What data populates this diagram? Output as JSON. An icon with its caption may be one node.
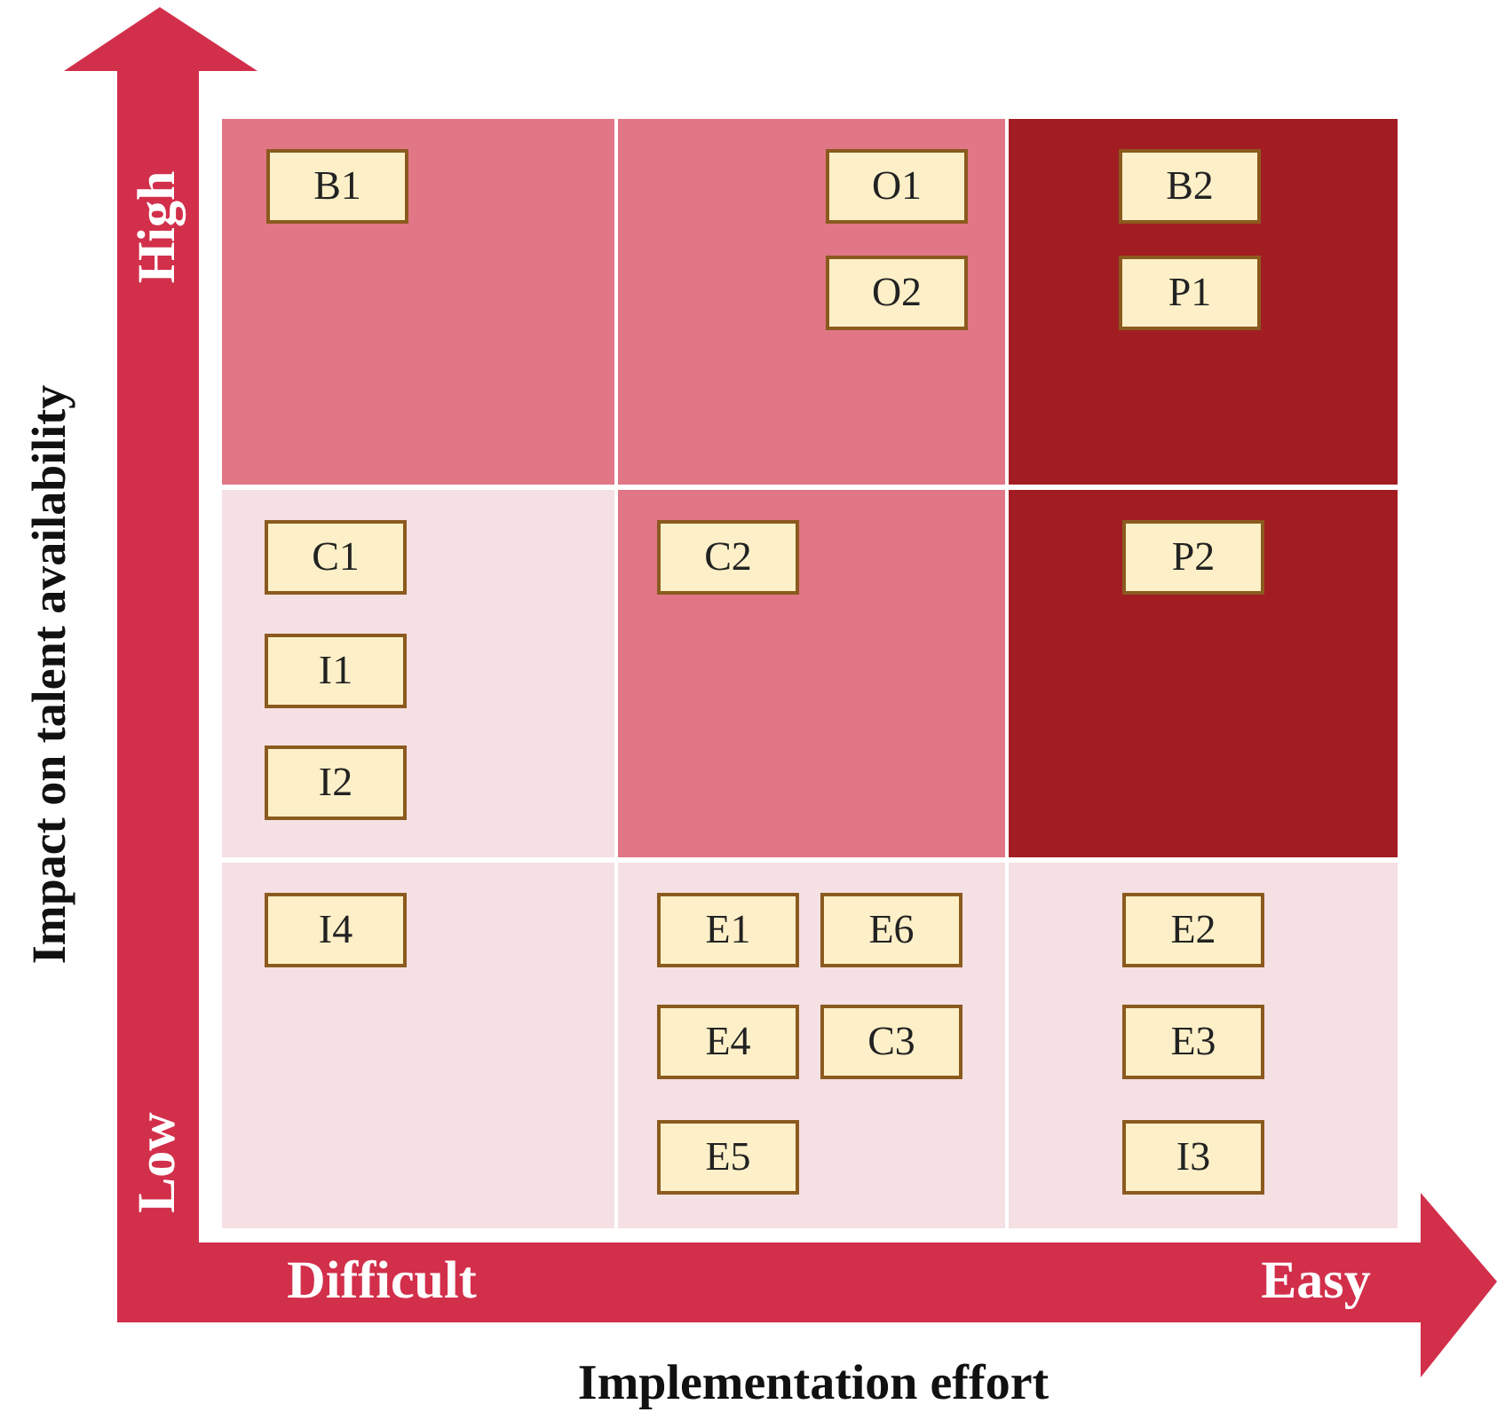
{
  "diagram": {
    "nodes": [
      {
        "text": [],
        "shape": "box"
      },
      {
        "text": [
          "B1"
        ],
        "in": 0
      },
      {
        "text": [],
        "shape": "box"
      },
      {
        "text": [
          "O1"
        ],
        "in": 2
      },
      {
        "text": [
          "O2"
        ],
        "in": 2
      },
      {
        "text": [],
        "shape": "box"
      },
      {
        "text": [
          "B2"
        ],
        "in": 5
      },
      {
        "text": [
          "P1"
        ],
        "in": 5
      },
      {
        "text": [],
        "shape": "box"
      },
      {
        "text": [
          "C1"
        ],
        "in": 8
      },
      {
        "text": [
          "I1"
        ],
        "in": 8
      },
      {
        "text": [
          "I2"
        ],
        "in": 8
      },
      {
        "text": [],
        "shape": "box"
      },
      {
        "text": [
          "C2"
        ],
        "in": 12
      },
      {
        "text": [],
        "shape": "box"
      },
      {
        "text": [
          "P2"
        ],
        "in": 14
      },
      {
        "text": [],
        "shape": "box"
      },
      {
        "text": [
          "I4"
        ],
        "in": 16
      },
      {
        "text": [],
        "shape": "box"
      },
      {
        "text": [
          "E1"
        ],
        "in": 18
      },
      {
        "text": [
          "E6"
        ],
        "in": 18
      },
      {
        "text": [
          "E4"
        ],
        "in": 18
      },
      {
        "text": [
          "C3"
        ],
        "in": 18
      },
      {
        "text": [
          "E5"
        ],
        "in": 18
      },
      {
        "text": [],
        "shape": "box"
      },
      {
        "text": [
          "E2"
        ],
        "in": 24
      },
      {
        "text": [
          "E3"
        ],
        "in": 24
      },
      {
        "text": [
          "I3"
        ],
        "in": 24
      }
    ],
    "labels": [
      "Impact on talent availability",
      "High",
      "Low",
      "Difficult",
      "Easy",
      "Implementation effort"
    ]
  }
}
